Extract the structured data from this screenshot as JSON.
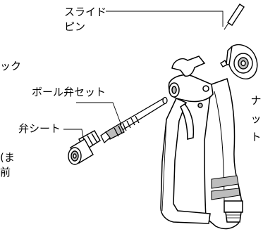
{
  "labels": {
    "slide_pin_line1": "スライド",
    "slide_pin_line2": "ピン",
    "ball_valve_set": "ボール弁セット",
    "valve_seat": "弁シート",
    "left_partial_1": "ック",
    "left_partial_2": "(ま",
    "left_partial_3": "前",
    "nut_vertical_1": "ナ",
    "nut_vertical_2": "ッ",
    "nut_vertical_3": "ト"
  },
  "colors": {
    "ink": "#000000",
    "paper": "#ffffff",
    "shade": "#bdbdbd"
  }
}
